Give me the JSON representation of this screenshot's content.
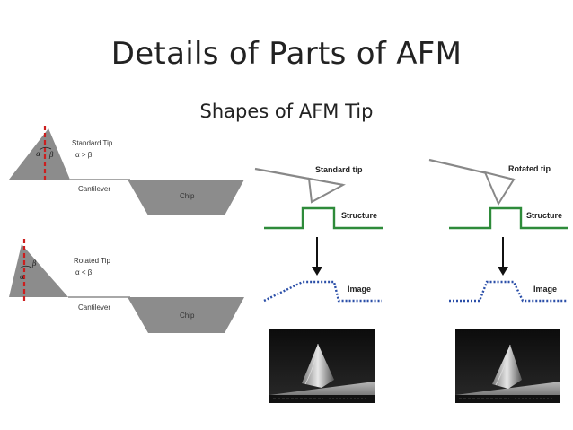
{
  "slide": {
    "title": "Details of Parts of AFM",
    "subtitle": "Shapes of AFM Tip"
  },
  "left_panel": {
    "standard": {
      "tip_label": "Standard Tip",
      "condition": "α > β",
      "alpha": "α",
      "beta": "β",
      "cantilever": "Cantilever",
      "chip": "Chip"
    },
    "rotated": {
      "tip_label": "Rotated Tip",
      "condition": "α < β",
      "alpha": "α",
      "beta": "β",
      "cantilever": "Cantilever",
      "chip": "Chip"
    }
  },
  "right_panel": {
    "standard": {
      "tip_label": "Standard tip",
      "structure": "Structure",
      "image": "Image"
    },
    "rotated": {
      "tip_label": "Rotated tip",
      "structure": "Structure",
      "image": "Image"
    }
  },
  "colors": {
    "gray_fill": "#8c8c8c",
    "red_dash": "#cc1f1f",
    "structure_green": "#2e8b3a",
    "image_blue": "#2b4fa8"
  }
}
